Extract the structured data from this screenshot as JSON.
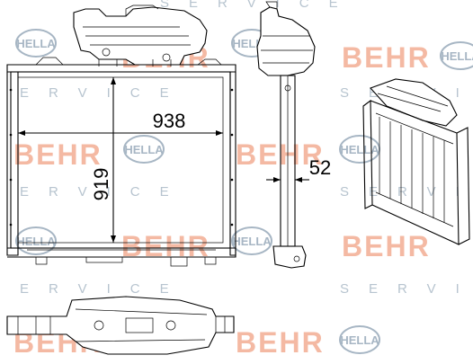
{
  "watermarks": {
    "brand_behr": "BEHR",
    "brand_hella": "HELLA",
    "service_word": "SERVICE"
  },
  "dimensions": {
    "width": "938",
    "height": "919",
    "depth": "52"
  },
  "colors": {
    "line": "#000000",
    "behr_watermark": "#f4b9a3",
    "hella_watermark": "#a7b6c4"
  }
}
